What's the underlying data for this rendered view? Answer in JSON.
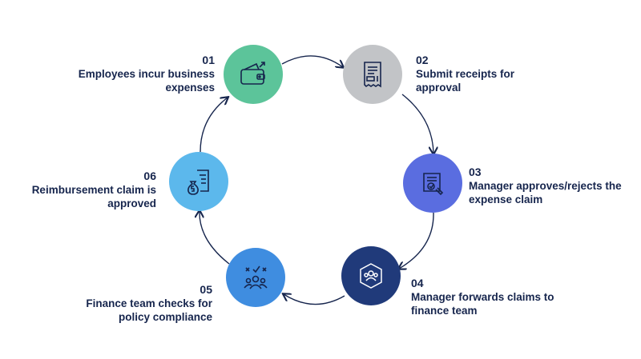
{
  "colors": {
    "text": "#16254d",
    "arrow": "#16254d",
    "step1": "#5cc49a",
    "step2": "#c2c4c7",
    "step3": "#5a6de0",
    "step4": "#203a7a",
    "step5": "#3f8de0",
    "step6": "#5cb8ec"
  },
  "steps": [
    {
      "number": "01",
      "text": "Employees incur business expenses",
      "icon": "wallet-icon"
    },
    {
      "number": "02",
      "text": "Submit receipts for approval",
      "icon": "receipt-icon"
    },
    {
      "number": "03",
      "text": "Manager approves/rejects the expense claim",
      "icon": "approved-document-icon"
    },
    {
      "number": "04",
      "text": "Manager forwards claims to finance team",
      "icon": "team-network-icon"
    },
    {
      "number": "05",
      "text": "Finance team checks for policy compliance",
      "icon": "team-checklist-icon"
    },
    {
      "number": "06",
      "text": "Reimbursement claim is approved",
      "icon": "money-bag-document-icon"
    }
  ]
}
